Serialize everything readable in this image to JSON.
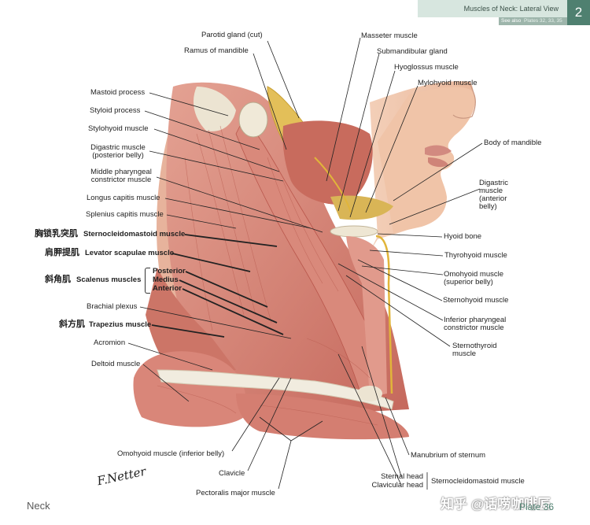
{
  "header": {
    "title": "Muscles of Neck: Lateral View",
    "see_also_label": "See also",
    "see_also_plates": "Plates 32, 33, 35",
    "plate_badge": "2"
  },
  "labels_left": {
    "mastoid_process": "Mastoid process",
    "styloid_process": "Styloid process",
    "stylohyoid": "Stylohyoid muscle",
    "digastric_post_1": "Digastric muscle",
    "digastric_post_2": "(posterior belly)",
    "mid_pharyngeal_1": "Middle pharyngeal",
    "mid_pharyngeal_2": "constrictor muscle",
    "longus_capitis": "Longus capitis muscle",
    "splenius_capitis": "Splenius capitis muscle",
    "scm_cn": "胸锁乳突肌",
    "scm_en": "Sternocleidomastoid muscle",
    "levator_cn": "肩胛提肌",
    "levator_en": "Levator scapulae muscle",
    "scalenus_cn": "斜角肌",
    "scalenus_en": "Scalenus muscles",
    "posterior": "Posterior",
    "medius": "Medius",
    "anterior": "Anterior",
    "brachial_plexus": "Brachial plexus",
    "trapezius_cn": "斜方肌",
    "trapezius_en": "Trapezius muscle",
    "acromion": "Acromion",
    "deltoid": "Deltoid muscle"
  },
  "labels_top": {
    "parotid": "Parotid gland (cut)",
    "ramus": "Ramus of mandible",
    "masseter": "Masseter muscle",
    "submandibular": "Submandibular gland",
    "hyoglossus": "Hyoglossus muscle",
    "mylohyoid": "Mylohyoid muscle"
  },
  "labels_right": {
    "body_mandible": "Body of mandible",
    "digastric_ant_1": "Digastric",
    "digastric_ant_2": "muscle",
    "digastric_ant_3": "(anterior",
    "digastric_ant_4": "belly)",
    "hyoid": "Hyoid bone",
    "thyrohyoid": "Thyrohyoid muscle",
    "omohyoid_sup_1": "Omohyoid muscle",
    "omohyoid_sup_2": "(superior belly)",
    "sternohyoid": "Sternohyoid muscle",
    "inf_pharyngeal_1": "Inferior pharyngeal",
    "inf_pharyngeal_2": "constrictor muscle",
    "sternothyroid_1": "Sternothyroid",
    "sternothyroid_2": "muscle",
    "manubrium": "Manubrium of sternum",
    "sternal_head": "Sternal head",
    "clavicular_head": "Clavicular head",
    "scm_bottom": "Sternocleidomastoid muscle"
  },
  "labels_bottom": {
    "omohyoid_inf": "Omohyoid muscle (inferior belly)",
    "clavicle": "Clavicle",
    "pectoralis": "Pectoralis major muscle"
  },
  "footer": {
    "section": "Neck",
    "plate": "Plate 36",
    "watermark": "知乎 @话唠咖啡匠",
    "signature": "F.Netter"
  },
  "colors": {
    "muscle": "#d98b7c",
    "muscle_dark": "#b5584c",
    "skin": "#f1c9b1",
    "tendon": "#ece4d2",
    "gland": "#e4c05a",
    "accent": "#4f8070"
  }
}
